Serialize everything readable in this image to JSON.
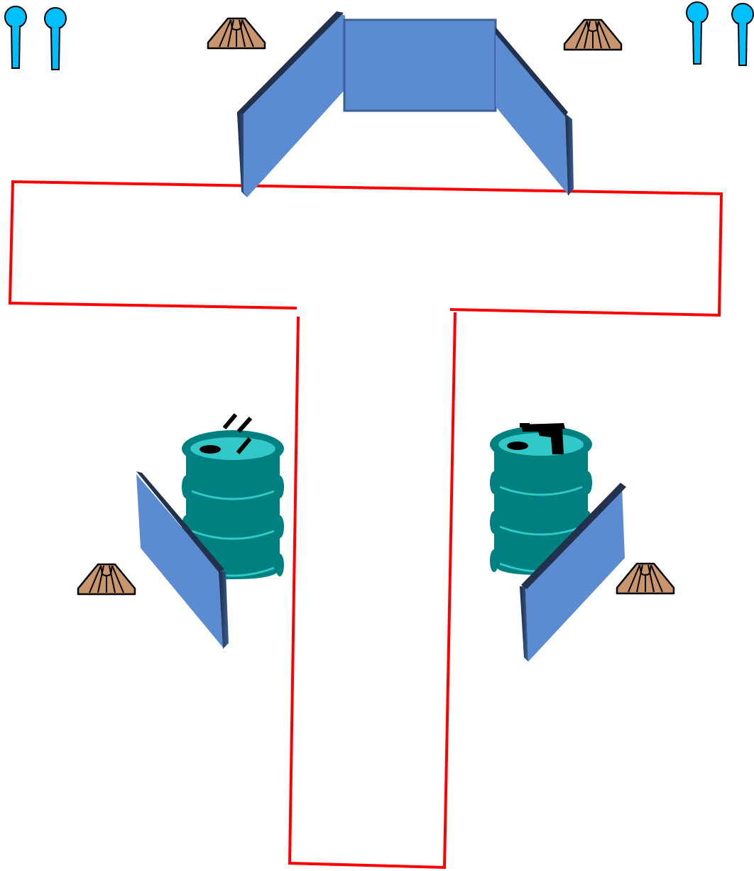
{
  "diagram": {
    "type": "shooting-stage-layout",
    "background_color": "#ffffff",
    "shooting_area": {
      "shape": "T",
      "outline_color": "#ff0000"
    },
    "targets": {
      "icon": "popper-target-icon",
      "color": "#00bfff",
      "count": 4
    },
    "cones": {
      "icon": "traffic-cone-icon",
      "color": "#c8956c",
      "count": 4
    },
    "walls": {
      "icon": "barricade-wall-icon",
      "color": "#5b8bd0",
      "count": 5
    },
    "barrels": [
      {
        "icon": "oil-barrel-icon",
        "color": "#008080",
        "top_color": "#33c8c8",
        "item_on_top": "magazines-icon"
      },
      {
        "icon": "oil-barrel-icon",
        "color": "#008080",
        "top_color": "#33c8c8",
        "item_on_top": "pistol-icon"
      }
    ]
  }
}
